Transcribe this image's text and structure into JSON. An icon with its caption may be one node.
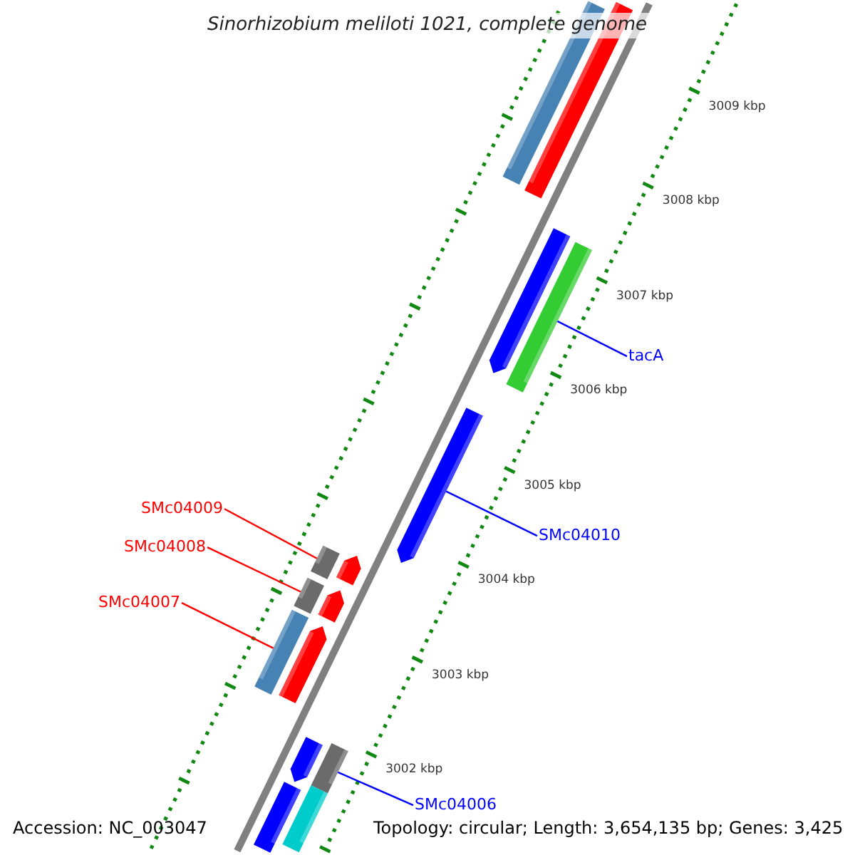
{
  "diagram": {
    "title": "Sinorhizobium meliloti 1021, complete genome",
    "nodes": [
      {
        "text": [
          "tacA"
        ]
      },
      {
        "text": [
          "SMc04009"
        ]
      },
      {
        "text": [
          "SMc04010"
        ]
      },
      {
        "text": [
          "SMc04008"
        ]
      },
      {
        "text": [
          "SMc04007"
        ]
      },
      {
        "text": [
          "SMc04006"
        ]
      },
      {
        "text": [],
        "shape": "bar"
      },
      {
        "text": [],
        "shape": "bar"
      },
      {
        "text": [],
        "shape": "bar"
      },
      {
        "text": [],
        "shape": "bar"
      },
      {
        "text": [],
        "shape": "bar"
      },
      {
        "text": [],
        "shape": "bar"
      },
      {
        "text": [],
        "shape": "bar"
      },
      {
        "text": [],
        "shape": "bar"
      },
      {
        "text": [],
        "shape": "bar"
      },
      {
        "text": [],
        "shape": "bar"
      },
      {
        "text": [],
        "shape": "bar"
      },
      {
        "text": [],
        "shape": "bar"
      },
      {
        "text": [],
        "shape": "bar"
      },
      {
        "text": [],
        "shape": "bar"
      },
      {
        "text": [],
        "shape": "bar"
      }
    ],
    "edges": [
      {
        "from": 0,
        "to": 9,
        "arrow": "none",
        "color": "#0000ff"
      },
      {
        "from": 1,
        "to": 12,
        "arrow": "none",
        "color": "#ff0000"
      },
      {
        "from": 2,
        "to": 10,
        "arrow": "none",
        "color": "#0000ff"
      },
      {
        "from": 3,
        "to": 14,
        "arrow": "none",
        "color": "#ff0000"
      },
      {
        "from": 4,
        "to": 15,
        "arrow": "none",
        "color": "#ff0000"
      },
      {
        "from": 5,
        "to": 17,
        "arrow": "none",
        "color": "#0000ff"
      }
    ],
    "labels": [
      "3009 kbp",
      "3008 kbp",
      "3007 kbp",
      "3006 kbp",
      "3005 kbp",
      "3004 kbp",
      "3003 kbp",
      "3002 kbp",
      "Accession: NC_003047",
      "Topology: circular; Length: 3,654,135 bp; Genes: 3,425"
    ]
  }
}
